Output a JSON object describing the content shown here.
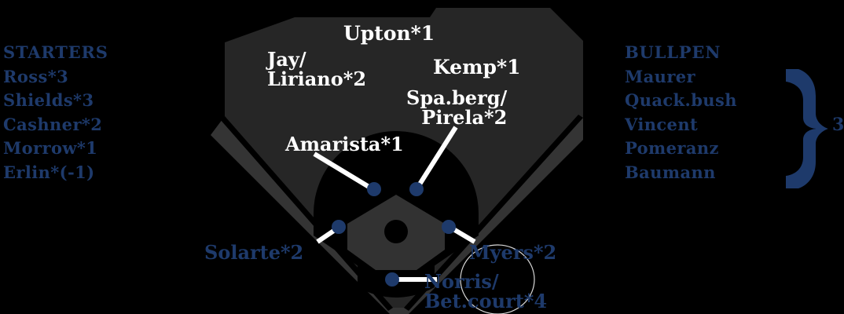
{
  "colors": {
    "background": "#000000",
    "field_fair": "#262626",
    "field_foul": "#343434",
    "infield_dirt": "#000000",
    "marker_blue": "#1e3a6b",
    "text_blue": "#1e3a6b",
    "text_white": "#ffffff"
  },
  "starters": {
    "header": "STARTERS",
    "players": [
      {
        "name": "Ross*3"
      },
      {
        "name": "Shields*3"
      },
      {
        "name": "Cashner*2"
      },
      {
        "name": "Morrow*1"
      },
      {
        "name": "Erlin*(-1)"
      }
    ]
  },
  "bullpen": {
    "header": "BULLPEN",
    "players": [
      {
        "name": "Maurer"
      },
      {
        "name": "Quack.bush"
      },
      {
        "name": "Vincent"
      },
      {
        "name": "Pomeranz"
      },
      {
        "name": "Baumann"
      }
    ],
    "brace_count": "3"
  },
  "field_positions": [
    {
      "key": "center_field",
      "label_line1": "Upton*1",
      "label_line2": "",
      "color": "white"
    },
    {
      "key": "left_field",
      "label_line1": "Jay/",
      "label_line2": "Liriano*2",
      "color": "white"
    },
    {
      "key": "right_field",
      "label_line1": "Kemp*1",
      "label_line2": "",
      "color": "white"
    },
    {
      "key": "second_base",
      "label_line1": "Spa.berg/",
      "label_line2": "Pirela*2",
      "color": "white"
    },
    {
      "key": "shortstop",
      "label_line1": "Amarista*1",
      "label_line2": "",
      "color": "white"
    },
    {
      "key": "third_base",
      "label_line1": "Solarte*2",
      "label_line2": "",
      "color": "blue"
    },
    {
      "key": "first_base",
      "label_line1": "Myers*2",
      "label_line2": "",
      "color": "blue"
    },
    {
      "key": "catcher",
      "label_line1": "Norris/",
      "label_line2": "Bet.court*4",
      "color": "blue"
    }
  ]
}
